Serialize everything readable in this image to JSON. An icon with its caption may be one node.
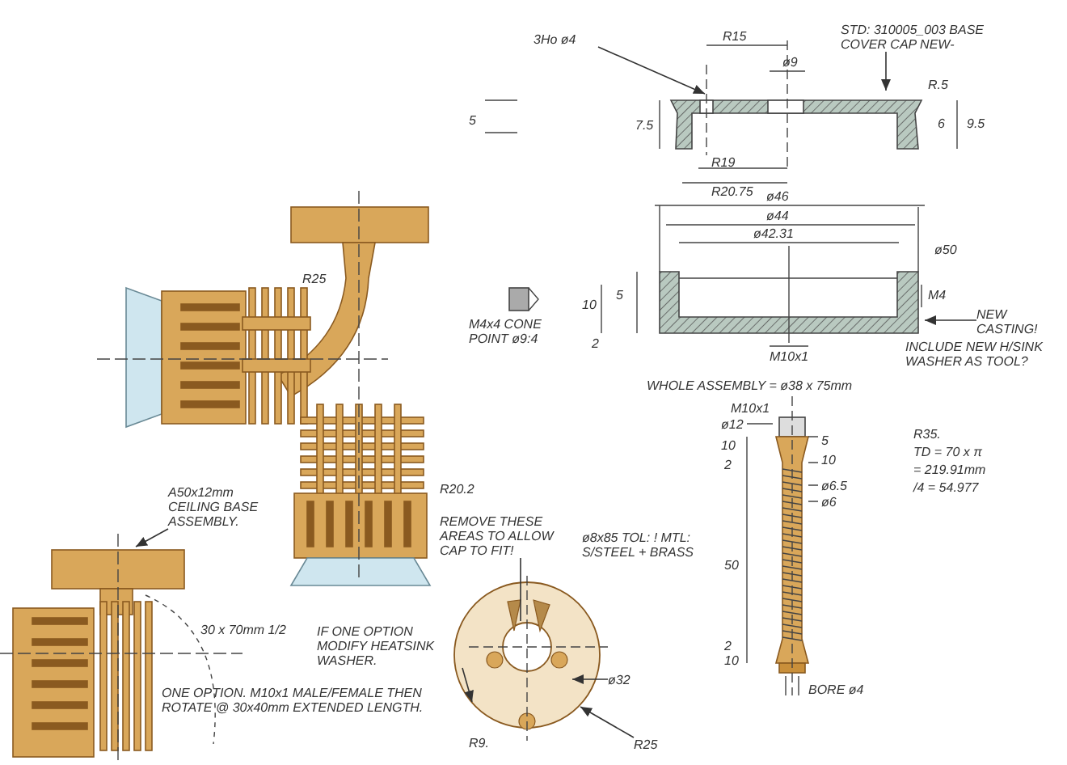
{
  "diagram": {
    "nodes": [
      {
        "text": [
          "3Ho ø4"
        ]
      },
      {
        "text": [
          "STD: 310005_003 BASE COVER CAP NEW-"
        ]
      },
      {
        "text": [
          "NEW CASTING!"
        ]
      },
      {
        "text": [
          "A50x12mm CEILING BASE ASSEMBLY."
        ]
      },
      {
        "text": [
          "IF ONE OPTION MODIFY HEATSINK WASHER."
        ]
      },
      {
        "text": [
          "REMOVE THESE AREAS TO ALLOW CAP TO FIT!"
        ]
      },
      {
        "text": [
          "ø32"
        ]
      },
      {
        "text": [
          "R25"
        ]
      },
      {
        "text": [],
        "shape": "picture"
      },
      {
        "text": [],
        "shape": "picture"
      },
      {
        "text": [],
        "shape": "picture"
      },
      {
        "text": [],
        "shape": "picture"
      }
    ],
    "edges": [
      {
        "from": 0,
        "to": 11,
        "arrow": "to"
      },
      {
        "from": 1,
        "to": 11,
        "arrow": "to"
      },
      {
        "from": 2,
        "to": 8,
        "arrow": "to"
      },
      {
        "from": 3,
        "to": 9,
        "arrow": "to"
      },
      {
        "from": 4,
        "to": 10,
        "arrow": "to"
      },
      {
        "from": 5,
        "to": 10,
        "arrow": "none"
      },
      {
        "from": 6,
        "to": 10,
        "arrow": "to"
      },
      {
        "from": 7,
        "to": 10,
        "arrow": "to"
      }
    ],
    "labels": [
      "R15",
      "ø9",
      "5",
      "7.5",
      "R.5",
      "6",
      "9.5",
      "R19",
      "R20.75",
      "ø46",
      "ø44",
      "ø42.31",
      "ø50",
      "5",
      "10",
      "2",
      "M4",
      "M10x1",
      "INCLUDE NEW H/SINK WASHER AS TOOL?",
      "M4x4 CONE POINT ø9:4",
      "WHOLE ASSEMBLY = ø38 x 75mm",
      "R25",
      "R20.2",
      "30 x 70mm 1/2",
      "ONE OPTION. M10x1 MALE/FEMALE THEN ROTATE @ 30x40mm EXTENDED LENGTH.",
      "M10x1",
      "ø12",
      "10",
      "2",
      "50",
      "2",
      "10",
      "5",
      "10",
      "ø6.5",
      "ø6",
      "BORE ø4",
      "R35.",
      "TD = 70 x π",
      "= 219.91mm",
      "/4 = 54.977",
      "ø8x85 TOL: ! MTL: S/STEEL + BRASS",
      "R9."
    ]
  }
}
